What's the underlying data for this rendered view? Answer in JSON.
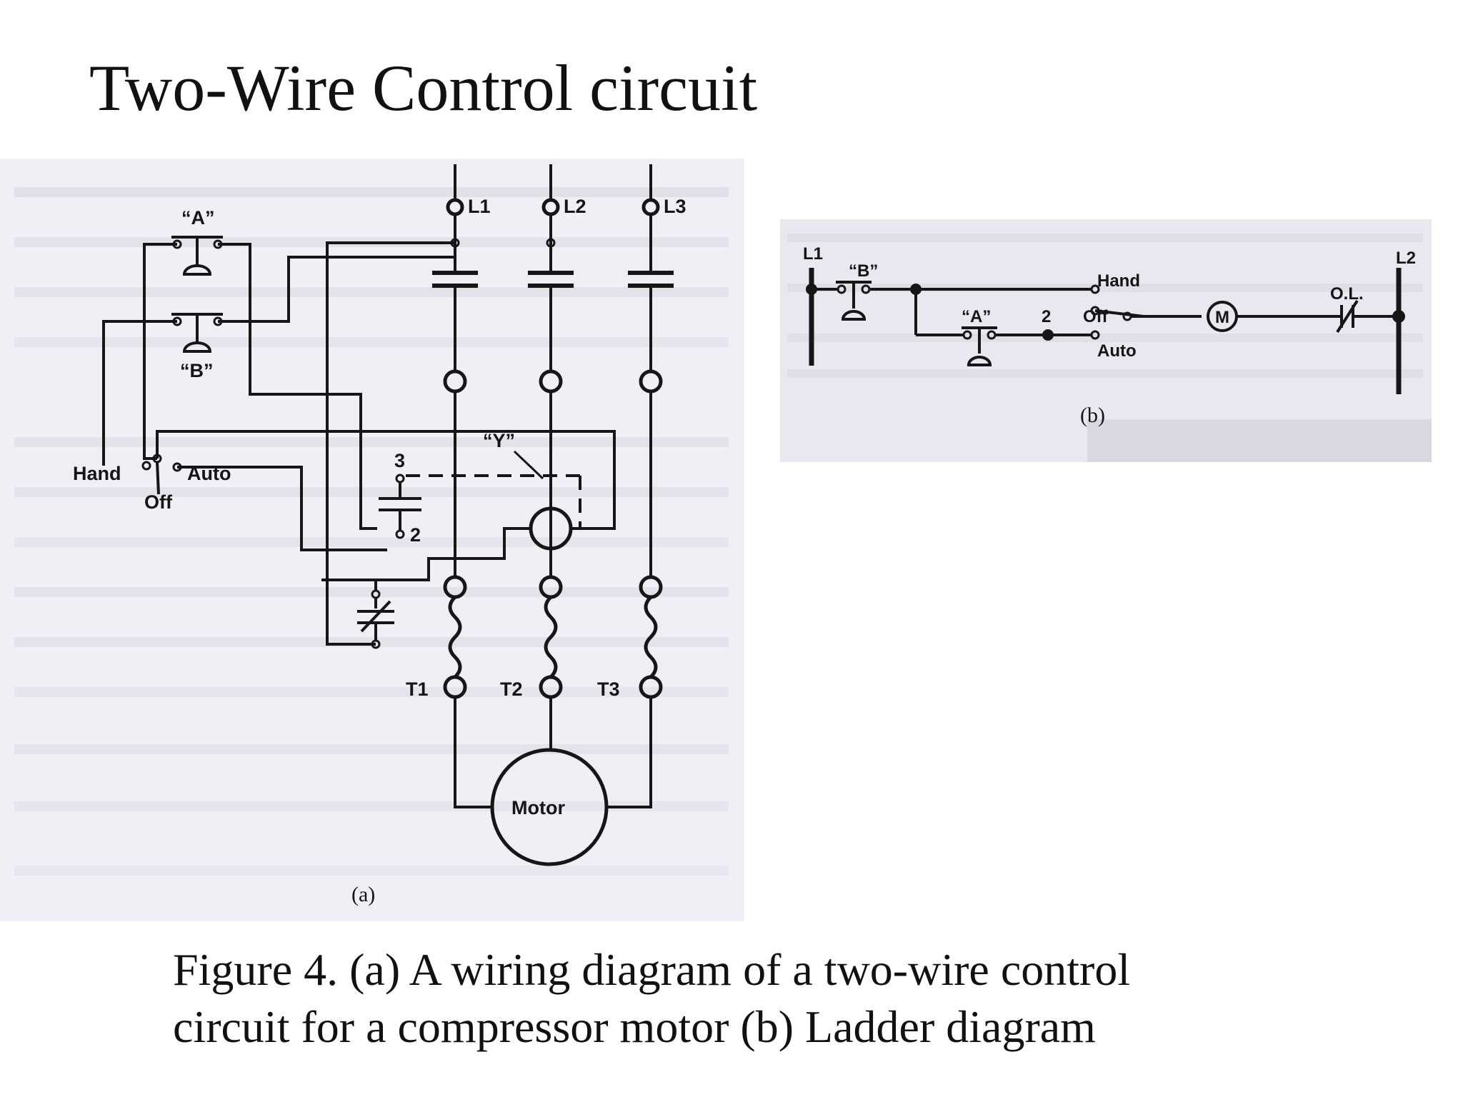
{
  "title": "Two-Wire Control circuit",
  "diagram_a": {
    "panel_label": "(a)",
    "lines": [
      "L1",
      "L2",
      "L3"
    ],
    "terminals": [
      "T1",
      "T2",
      "T3"
    ],
    "motor_label": "Motor",
    "pushbutton_a": "“A”",
    "pushbutton_b": "“B”",
    "relay_label": "“Y”",
    "selector_hand": "Hand",
    "selector_off": "Off",
    "selector_auto": "Auto",
    "terminal_3": "3",
    "terminal_2": "2"
  },
  "diagram_b": {
    "panel_label": "(b)",
    "rail_left": "L1",
    "rail_right": "L2",
    "pushbutton_b": "“B”",
    "pushbutton_a": "“A”",
    "node_2": "2",
    "selector_hand": "Hand",
    "selector_off": "Off",
    "selector_auto": "Auto",
    "motor_coil": "M",
    "overload": "O.L."
  },
  "caption": {
    "line1": "Figure 4. (a) A wiring diagram of  a two-wire control",
    "line2": "circuit for a compressor motor (b) Ladder diagram"
  }
}
